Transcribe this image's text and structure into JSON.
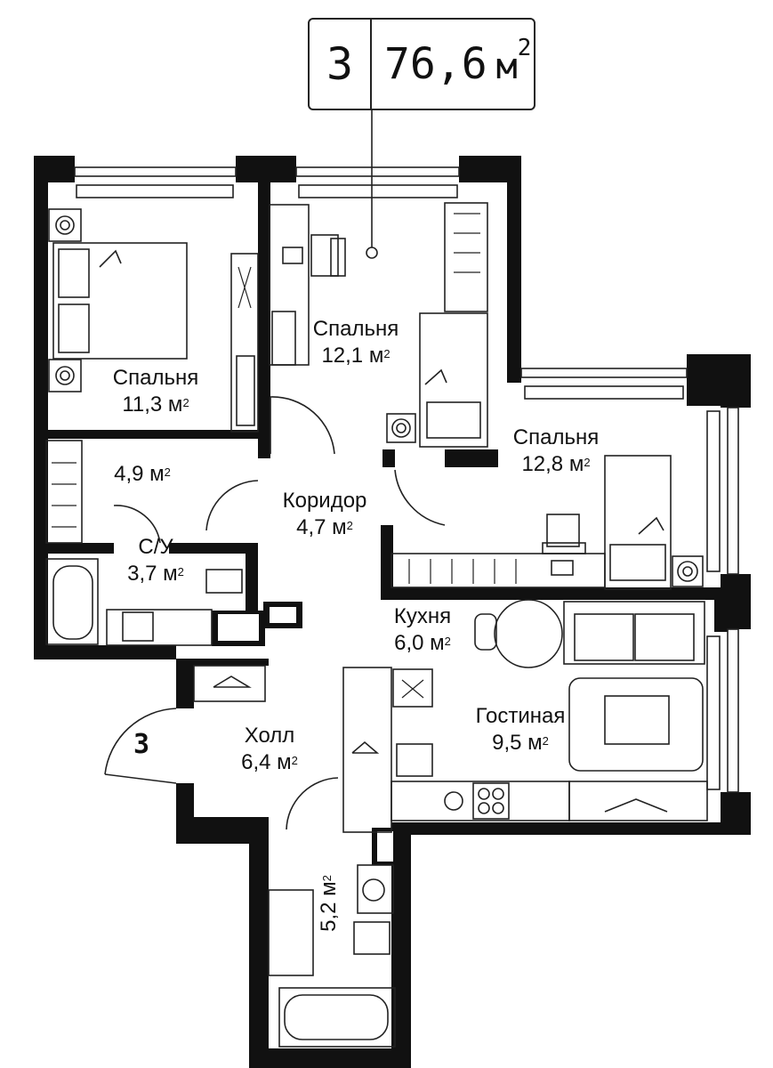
{
  "header": {
    "rooms_count": "3",
    "total_area": "76,6",
    "area_unit": "м",
    "area_sup": "2"
  },
  "entrance_number": "3",
  "rooms": [
    {
      "name": "Спальня",
      "area": "11,3 м",
      "sup": "2"
    },
    {
      "name": "Спальня",
      "area": "12,1 м",
      "sup": "2"
    },
    {
      "name": "Спальня",
      "area": "12,8 м",
      "sup": "2"
    },
    {
      "name": "",
      "area": "4,9 м",
      "sup": "2"
    },
    {
      "name": "Коридор",
      "area": "4,7 м",
      "sup": "2"
    },
    {
      "name": "С/У",
      "area": "3,7 м",
      "sup": "2"
    },
    {
      "name": "Кухня",
      "area": "6,0 м",
      "sup": "2"
    },
    {
      "name": "Гостиная",
      "area": "9,5 м",
      "sup": "2"
    },
    {
      "name": "Холл",
      "area": "6,4 м",
      "sup": "2"
    },
    {
      "name": "",
      "area": "5,2 м",
      "sup": "2"
    }
  ],
  "colors": {
    "wall": "#111111",
    "line": "#222222",
    "background": "#ffffff"
  }
}
